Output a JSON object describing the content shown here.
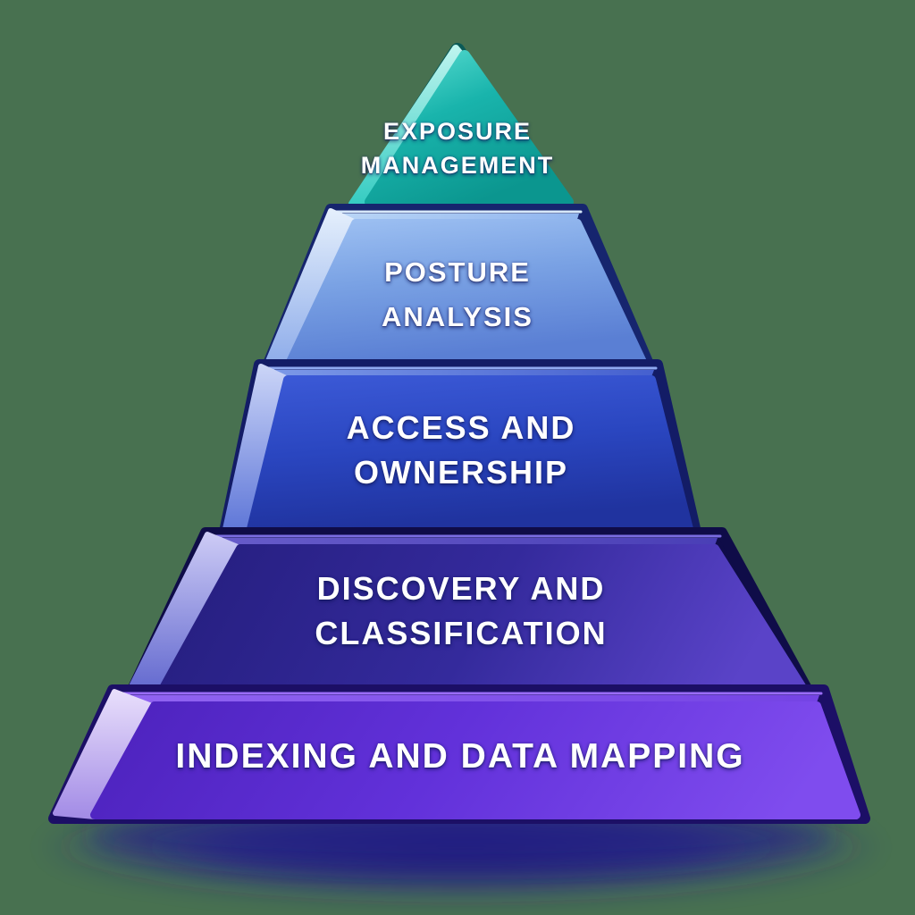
{
  "background_color": "#487150",
  "shadow_color": "#1C1478",
  "pyramid": {
    "text_color": "#FFFFFF",
    "layers": [
      {
        "id": "exposure-management",
        "line1": "EXPOSURE",
        "line2": "MANAGEMENT",
        "color": "#16B1A9"
      },
      {
        "id": "posture-analysis",
        "line1": "POSTURE",
        "line2": "ANALYSIS",
        "color": "#7AA2E4"
      },
      {
        "id": "access-and-ownership",
        "line1": "ACCESS AND",
        "line2": "OWNERSHIP",
        "color": "#2A46C0"
      },
      {
        "id": "discovery-and-classification",
        "line1": "DISCOVERY AND",
        "line2": "CLASSIFICATION",
        "color": "#342A9C"
      },
      {
        "id": "indexing-and-data-mapping",
        "line1": "INDEXING AND DATA MAPPING",
        "line2": "",
        "color": "#6231DA"
      }
    ]
  }
}
